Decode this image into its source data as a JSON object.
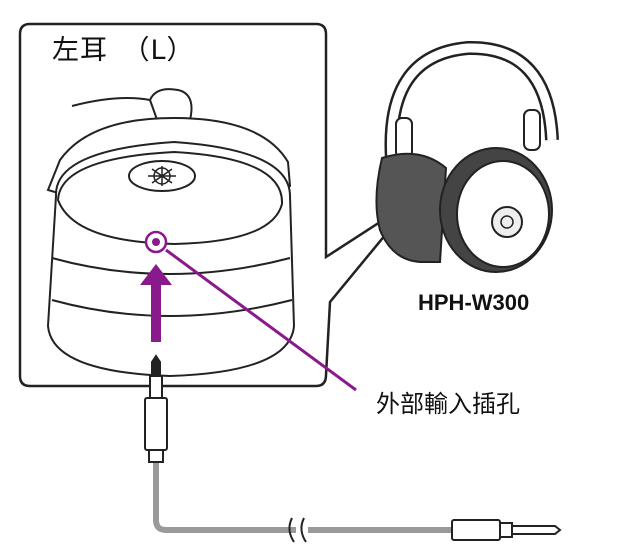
{
  "diagram": {
    "ear_label": "左耳　（L）",
    "model_label": "HPH-W300",
    "callout_label": "外部輸入插孔"
  },
  "colors": {
    "line": "#222222",
    "accent_purple": "#8a1a8c",
    "cable_gray": "#9a9a9a"
  },
  "icons": {
    "logo": "yamaha-tuning-fork-icon",
    "jack": "audio-jack-icon"
  }
}
